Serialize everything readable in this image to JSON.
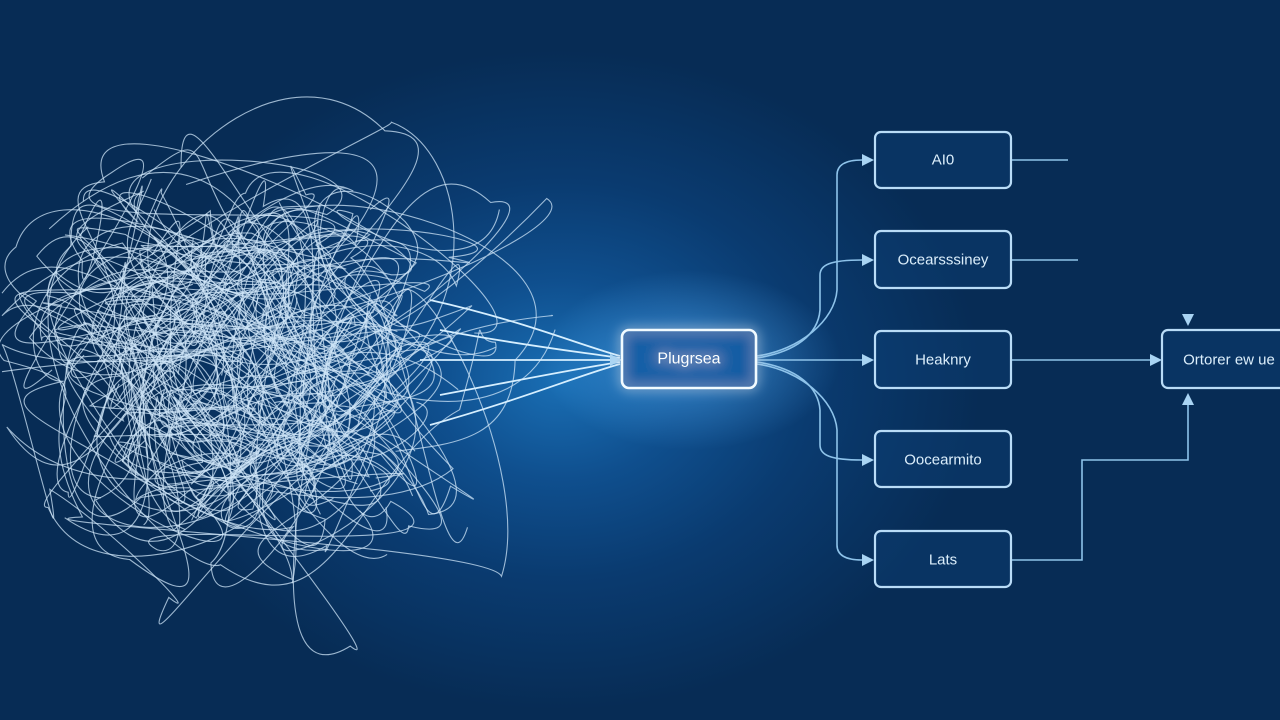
{
  "diagram": {
    "center_node": {
      "label": "Plugrsea"
    },
    "branch_nodes": [
      {
        "label": "AI0"
      },
      {
        "label": "Ocearsssiney"
      },
      {
        "label": "Heaknry"
      },
      {
        "label": "Oocearmito"
      },
      {
        "label": "Lats"
      }
    ],
    "output_node": {
      "label": "Ortorer ew ue"
    }
  },
  "colors": {
    "background_dark": "#072c55",
    "background_glow": "#1a6fb5",
    "line": "#8ec3ea",
    "box_stroke": "#b9dcf7",
    "text": "#dbeefb"
  }
}
